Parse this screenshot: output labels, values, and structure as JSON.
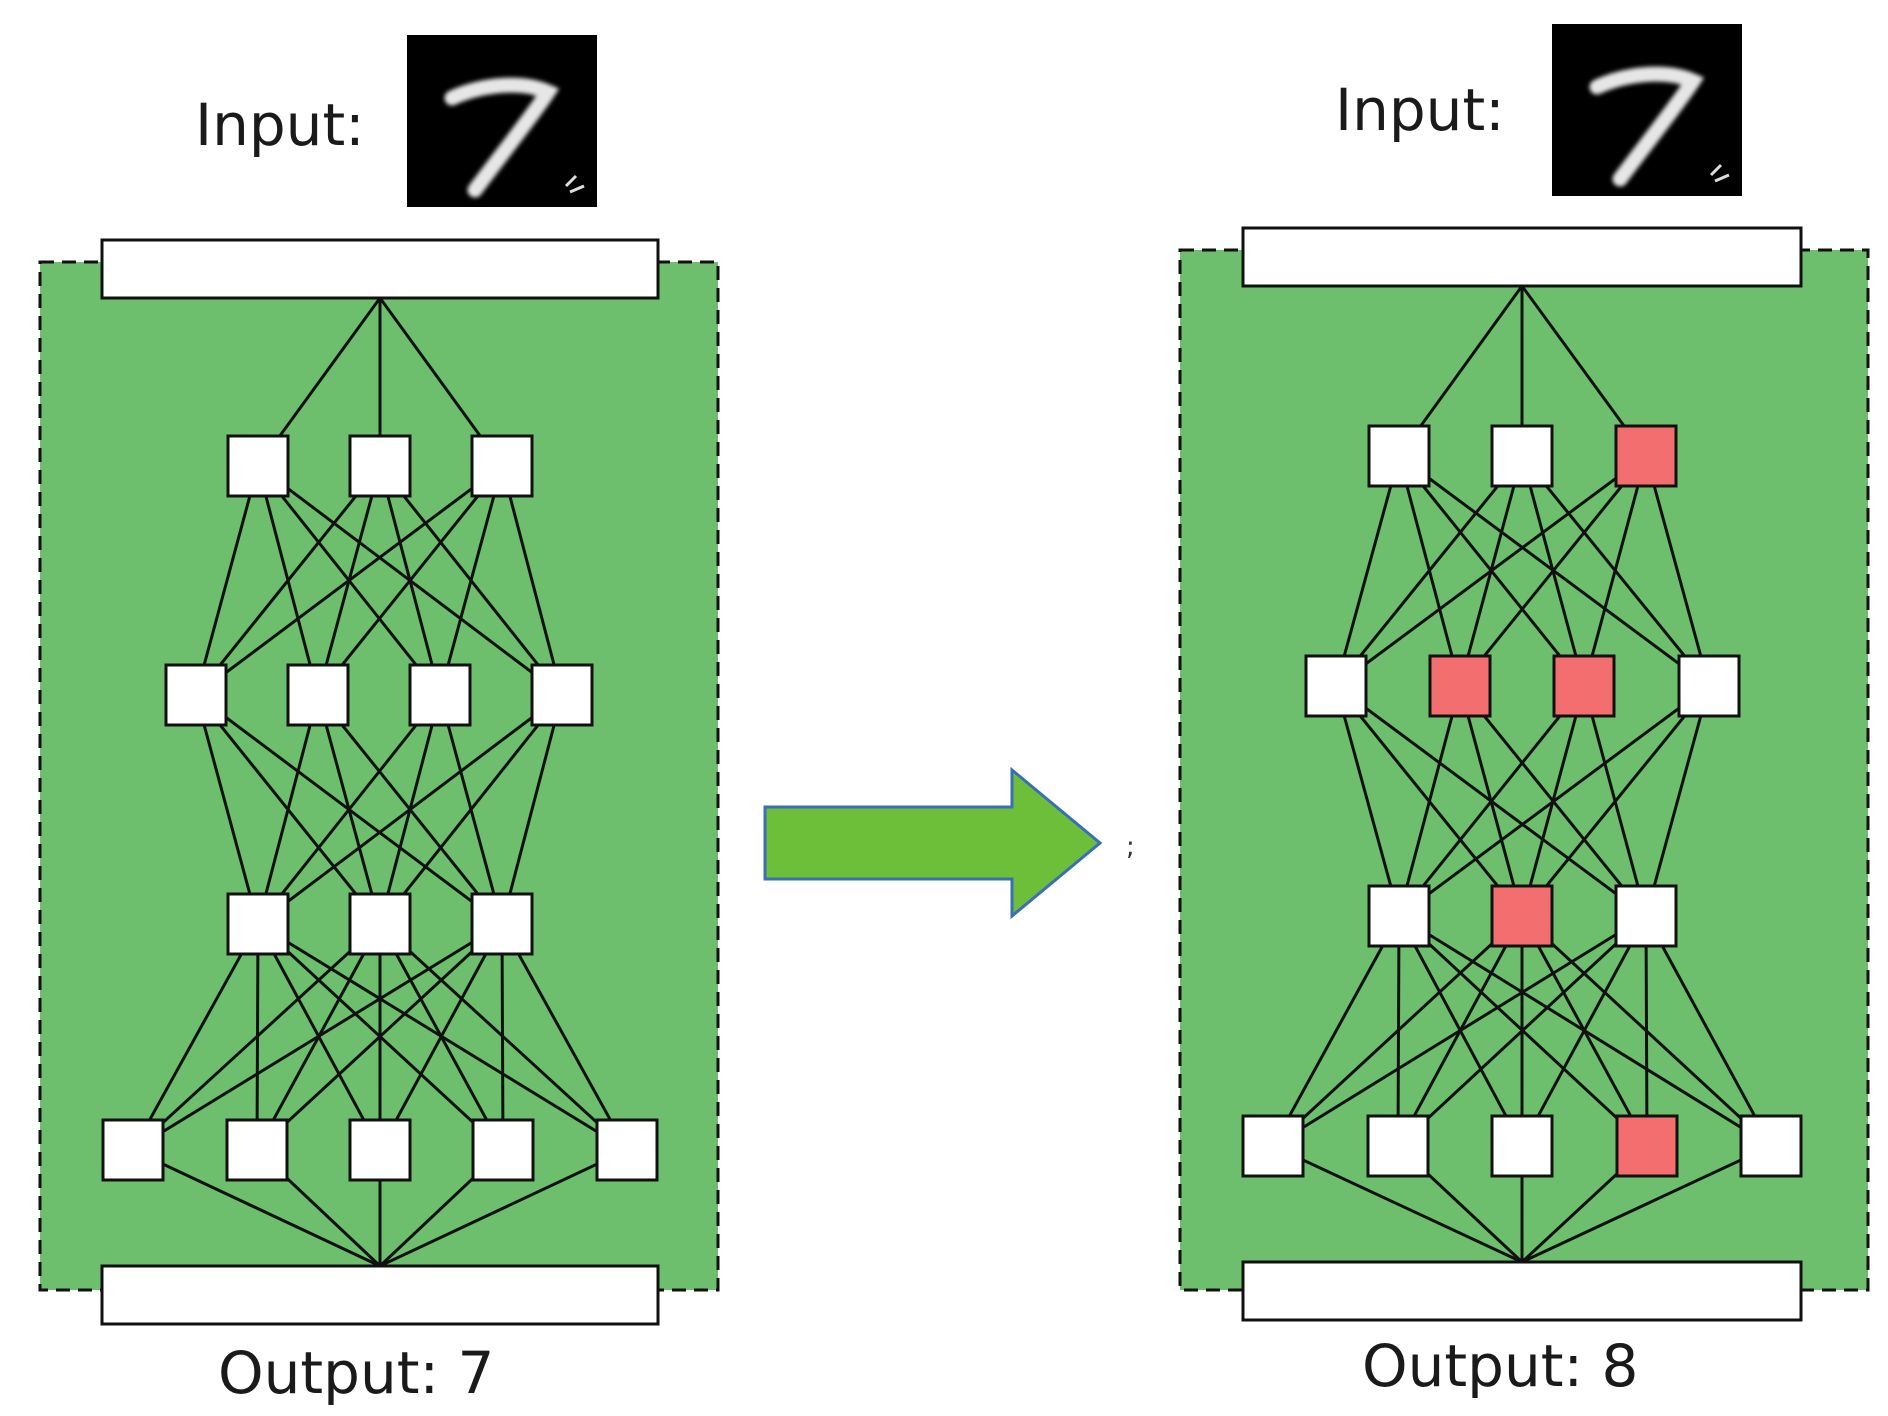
{
  "colors": {
    "panel": "#6dbf6d",
    "node": "#ffffff",
    "node_faulty": "#f36f6f",
    "edge": "#111111",
    "arrow_fill": "#6dbf3a",
    "arrow_stroke": "#3b6fb5",
    "digit_bg": "#000000",
    "digit_stroke": "#e6e6e6"
  },
  "left": {
    "input_label": "Input:",
    "digit_icon": "handwritten-seven-digit",
    "output_label": "Output: 7",
    "faulty": [
      [],
      [],
      [],
      []
    ]
  },
  "right": {
    "input_label": "Input:",
    "digit_icon": "handwritten-seven-digit",
    "output_label": "Output: 8",
    "faulty": [
      [
        2
      ],
      [
        1,
        2
      ],
      [
        1
      ],
      [
        3
      ]
    ]
  },
  "layers": [
    3,
    4,
    3,
    5
  ],
  "arrow_icon": "right-arrow-icon",
  "arrow_mark": ";"
}
